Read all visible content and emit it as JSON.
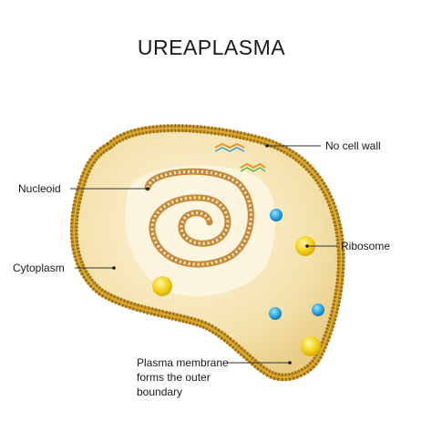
{
  "title": "UREAPLASMA",
  "labels": {
    "no_cell_wall": "No cell wall",
    "nucleoid": "Nucleoid",
    "ribosome": "Ribosome",
    "cytoplasm": "Cytoplasm",
    "plasma_membrane": [
      "Plasma membrane",
      "forms the outer",
      "boundary"
    ]
  },
  "colors": {
    "membrane": "#c8961e",
    "membrane_ticks": "#8a5a10",
    "cytoplasm": "#f3dfa6",
    "cytoplasm_light": "#fbf1d4",
    "nucleoid_region": "#fdf6e2",
    "dna": "#c58a3a",
    "ribosome_blue": "#2aa7e0",
    "ribosome_yellow": "#f3d21a",
    "leader_line": "#333333"
  }
}
